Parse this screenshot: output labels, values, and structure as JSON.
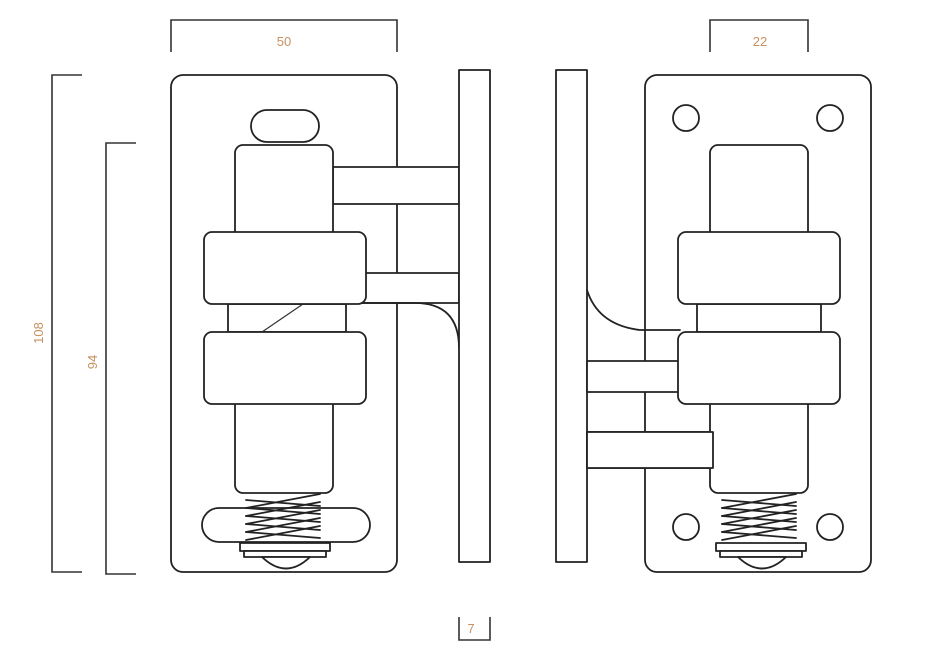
{
  "dimensions": {
    "front_width": "50",
    "overall_height": "108",
    "plate_height": "94",
    "rear_width": "22",
    "plate_thickness": "7"
  },
  "colors": {
    "line": "#222222",
    "dimension_text": "#c89060",
    "background": "#ffffff"
  }
}
